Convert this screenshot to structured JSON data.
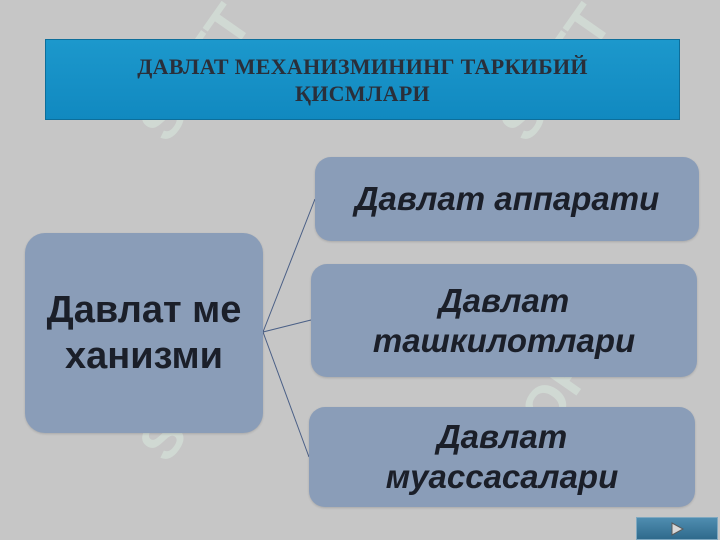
{
  "slide": {
    "title": "ДАВЛАТ МЕХАНИЗМИНИНГ ТАРКИБИЙ ҚИСМЛАРИ"
  },
  "diagram": {
    "root": "Давлат механизми",
    "children": [
      "Давлат аппарати",
      "Давлат ташкилотлари",
      "Давлат муассасалари"
    ]
  },
  "watermark": {
    "text": "SOFT"
  },
  "colors": {
    "background": "#c6c6c6",
    "title_box": "#1c98cc",
    "node_fill": "#8a9db8",
    "text": "#1b1f29",
    "connector": "#4a5f86"
  },
  "icons": {
    "next": "play-arrow-icon"
  }
}
